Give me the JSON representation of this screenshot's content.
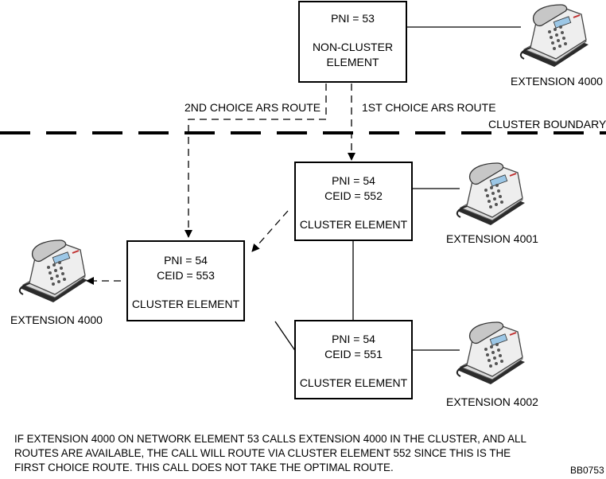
{
  "non_cluster": {
    "pni": "PNI = 53",
    "title_line1": "NON-CLUSTER",
    "title_line2": "ELEMENT"
  },
  "element_552": {
    "pni": "PNI = 54",
    "ceid": "CEID = 552",
    "title": "CLUSTER ELEMENT"
  },
  "element_553": {
    "pni": "PNI = 54",
    "ceid": "CEID = 553",
    "title": "CLUSTER ELEMENT"
  },
  "element_551": {
    "pni": "PNI = 54",
    "ceid": "CEID = 551",
    "title": "CLUSTER ELEMENT"
  },
  "labels": {
    "route_2nd": "2ND CHOICE ARS ROUTE",
    "route_1st": "1ST CHOICE ARS ROUTE",
    "boundary": "CLUSTER BOUNDARY",
    "ext_top": "EXTENSION 4000",
    "ext_4001": "EXTENSION 4001",
    "ext_left": "EXTENSION 4000",
    "ext_4002": "EXTENSION 4002"
  },
  "caption": [
    "IF EXTENSION 4000 ON NETWORK ELEMENT 53 CALLS EXTENSION 4000 IN THE CLUSTER, AND ALL",
    "ROUTES ARE AVAILABLE, THE CALL WILL ROUTE VIA CLUSTER ELEMENT 552 SINCE THIS IS THE",
    "FIRST CHOICE ROUTE. THIS CALL DOES NOT TAKE THE OPTIMAL ROUTE."
  ],
  "figure_code": "BB0753"
}
